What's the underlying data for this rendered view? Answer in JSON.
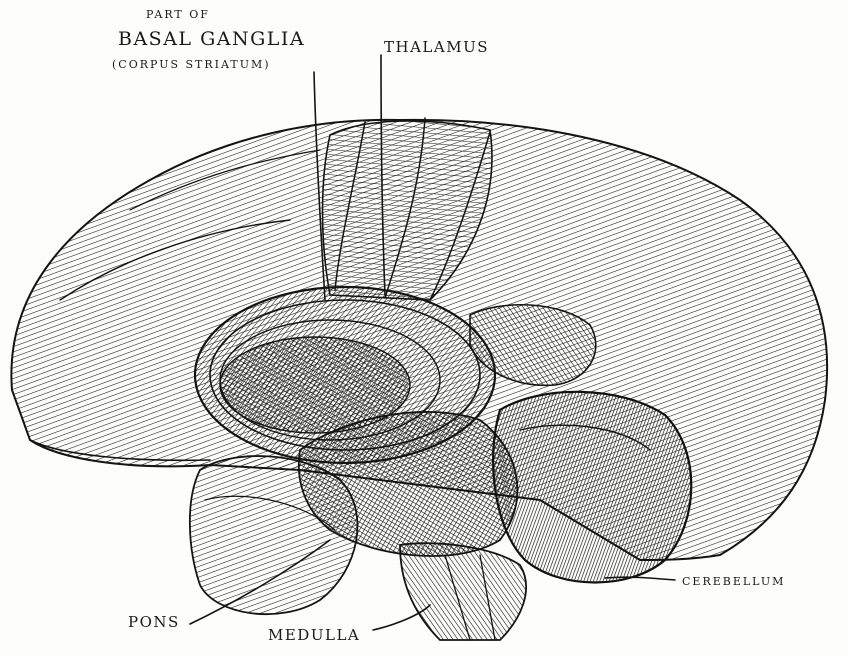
{
  "labels": {
    "basal_ganglia_line1": "PART OF",
    "basal_ganglia_line2": "BASAL GANGLIA",
    "basal_ganglia_line3": "(CORPUS STRIATUM)",
    "thalamus": "THALAMUS",
    "pons": "PONS",
    "medulla": "MEDULLA",
    "cerebellum": "CEREBELLUM"
  },
  "style": {
    "ink_color": "#141414",
    "paper_color": "#fdfdfb"
  }
}
